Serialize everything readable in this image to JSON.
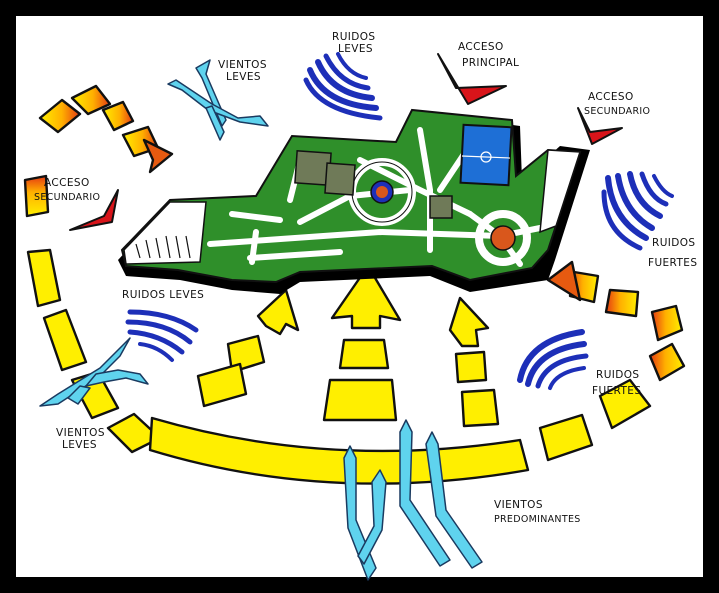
{
  "labels": {
    "ruidos_leves_top_1": "RUIDOS",
    "ruidos_leves_top_2": "LEVES",
    "vientos_leves_top_1": "VIENTOS",
    "vientos_leves_top_2": "LEVES",
    "acceso_principal_1": "ACCESO",
    "acceso_principal_2": "PRINCIPAL",
    "acceso_secundario_right_1": "ACCESO",
    "acceso_secundario_right_2": "SECUNDARIO",
    "acceso_secundario_left_1": "ACCESO",
    "acceso_secundario_left_2": "SECUNDARIO",
    "ruidos_fuertes_right_1": "RUIDOS",
    "ruidos_fuertes_right_2": "FUERTES",
    "ruidos_leves_left": "RUIDOS   LEVES",
    "ruidos_fuertes_bottom_1": "RUIDOS",
    "ruidos_fuertes_bottom_2": "FUERTES",
    "vientos_leves_left_1": "VIENTOS",
    "vientos_leves_left_2": "LEVES",
    "vientos_predominantes_1": "VIENTOS",
    "vientos_predominantes_2": "PREDOMINANTES"
  },
  "colors": {
    "frame": "#000000",
    "sun_path_yellow": "#ffef00",
    "sun_path_orange": "#ff8a00",
    "sun_path_red": "#e52a1a",
    "access_red": "#d8141a",
    "noise_blue": "#1d2fb8",
    "wind_cyan": "#5fd3ee",
    "park_green": "#2f8f2a",
    "park_path": "#ffffff",
    "court_blue": "#1e6fd6",
    "fountain_orange": "#d9571c",
    "lot_gray": "#6f7a58"
  },
  "icons": [
    "noise-waves-icon",
    "wind-arrow-icon",
    "access-arrow-icon",
    "sun-path-arrow-icon"
  ]
}
